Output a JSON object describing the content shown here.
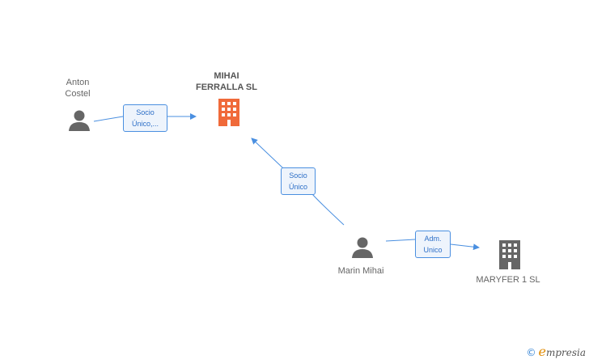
{
  "nodes": {
    "anton": {
      "label": "Anton\nCostel",
      "type": "person"
    },
    "mihai_ferralla": {
      "label": "MIHAI\nFERRALLA SL",
      "type": "company-main"
    },
    "marin": {
      "label": "Marin Mihai",
      "type": "person"
    },
    "maryfer": {
      "label": "MARYFER 1 SL",
      "type": "company"
    }
  },
  "edges": {
    "anton_to_mihai": {
      "label": "Socio\nÚnico,..."
    },
    "marin_to_mihai": {
      "label": "Socio\nÚnico"
    },
    "marin_to_maryfer": {
      "label": "Adm.\nUnico"
    }
  },
  "brand": {
    "copyright": "©",
    "first_letter": "e",
    "rest": "mpresia"
  },
  "colors": {
    "edge": "#4a8fe0",
    "person_icon": "#666666",
    "company_icon": "#666666",
    "company_main_icon": "#f06a3a"
  }
}
